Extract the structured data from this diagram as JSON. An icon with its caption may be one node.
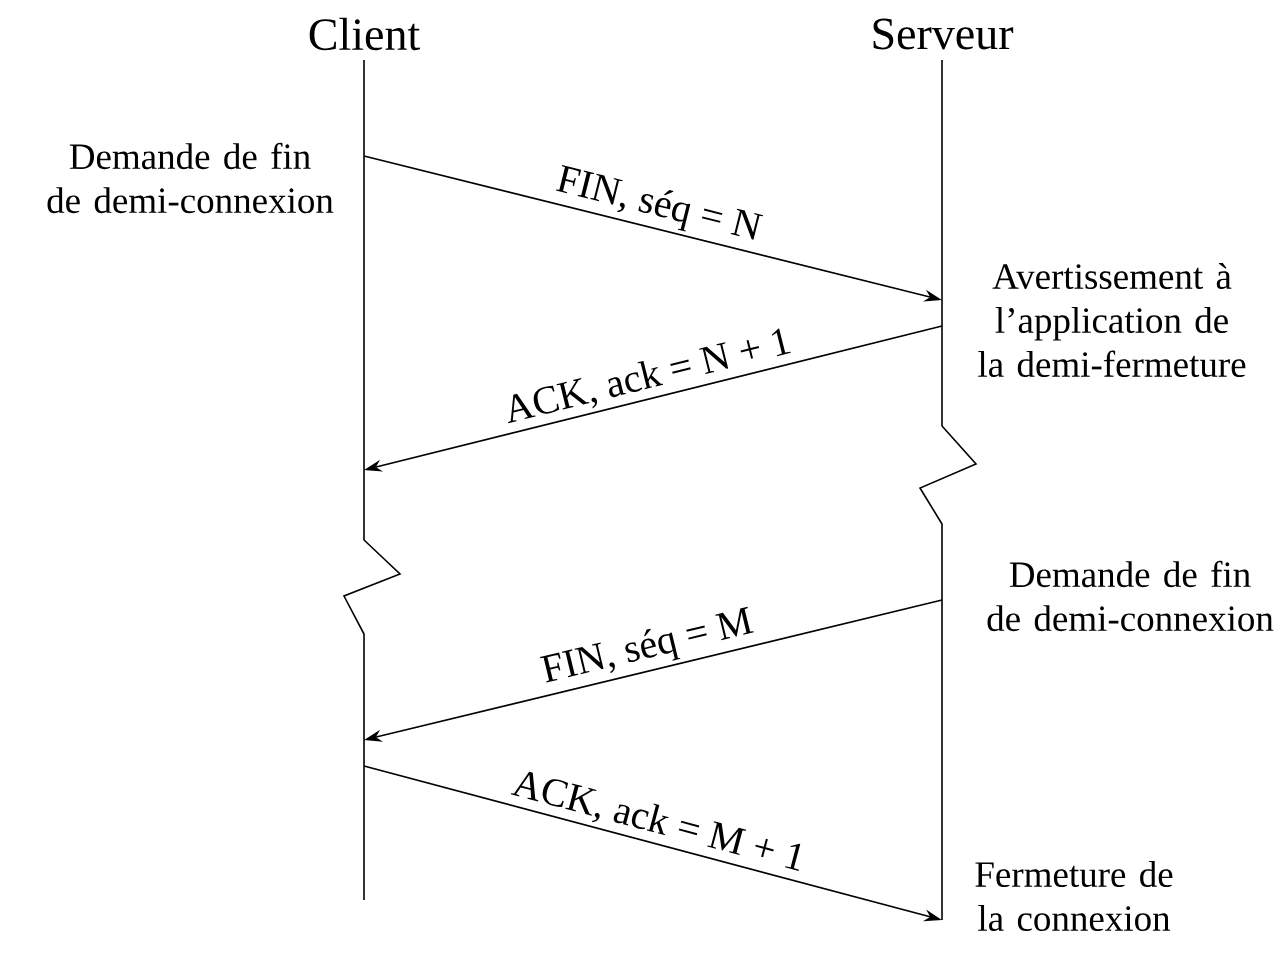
{
  "diagram": {
    "nodes": [
      {
        "text": [
          "Client"
        ]
      },
      {
        "text": [
          "Serveur"
        ]
      }
    ],
    "edges": [
      {
        "from": 0,
        "to": 1,
        "arrow": "to",
        "label": "FIN, séq = N"
      },
      {
        "from": 1,
        "to": 0,
        "arrow": "to",
        "label": "ACK, ack  = N + 1"
      },
      {
        "from": 1,
        "to": 0,
        "arrow": "to",
        "label": "FIN, séq = M"
      },
      {
        "from": 0,
        "to": 1,
        "arrow": "to",
        "label": "ACK, ack  = M + 1"
      }
    ],
    "labels": [
      "Demande de fin de demi-connexion",
      "Avertissement à l’application de la demi-fermeture",
      "Demande de fin de demi-connexion",
      "Fermeture de la connexion"
    ]
  }
}
